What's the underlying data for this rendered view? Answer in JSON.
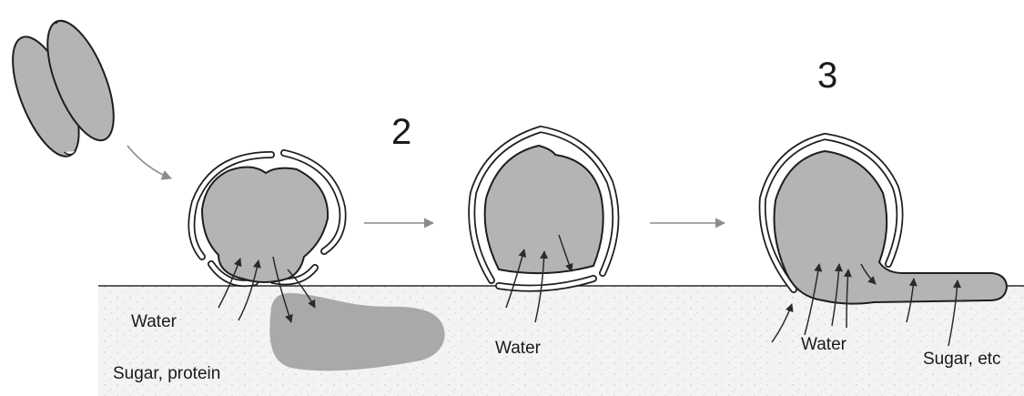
{
  "stage_numbers": {
    "stage2": "2",
    "stage3": "3"
  },
  "labels": {
    "water_1": "Water",
    "sugar_protein": "Sugar, protein",
    "water_2": "Water",
    "water_3": "Water",
    "sugar_etc": "Sugar, etc"
  },
  "colors": {
    "cell_fill": "#b4b4b4",
    "outline": "#1e1e1e",
    "arrow_gray": "#8c8c8c",
    "substrate": "#ececec",
    "leaked_nutrients": "#a9a9a9"
  }
}
